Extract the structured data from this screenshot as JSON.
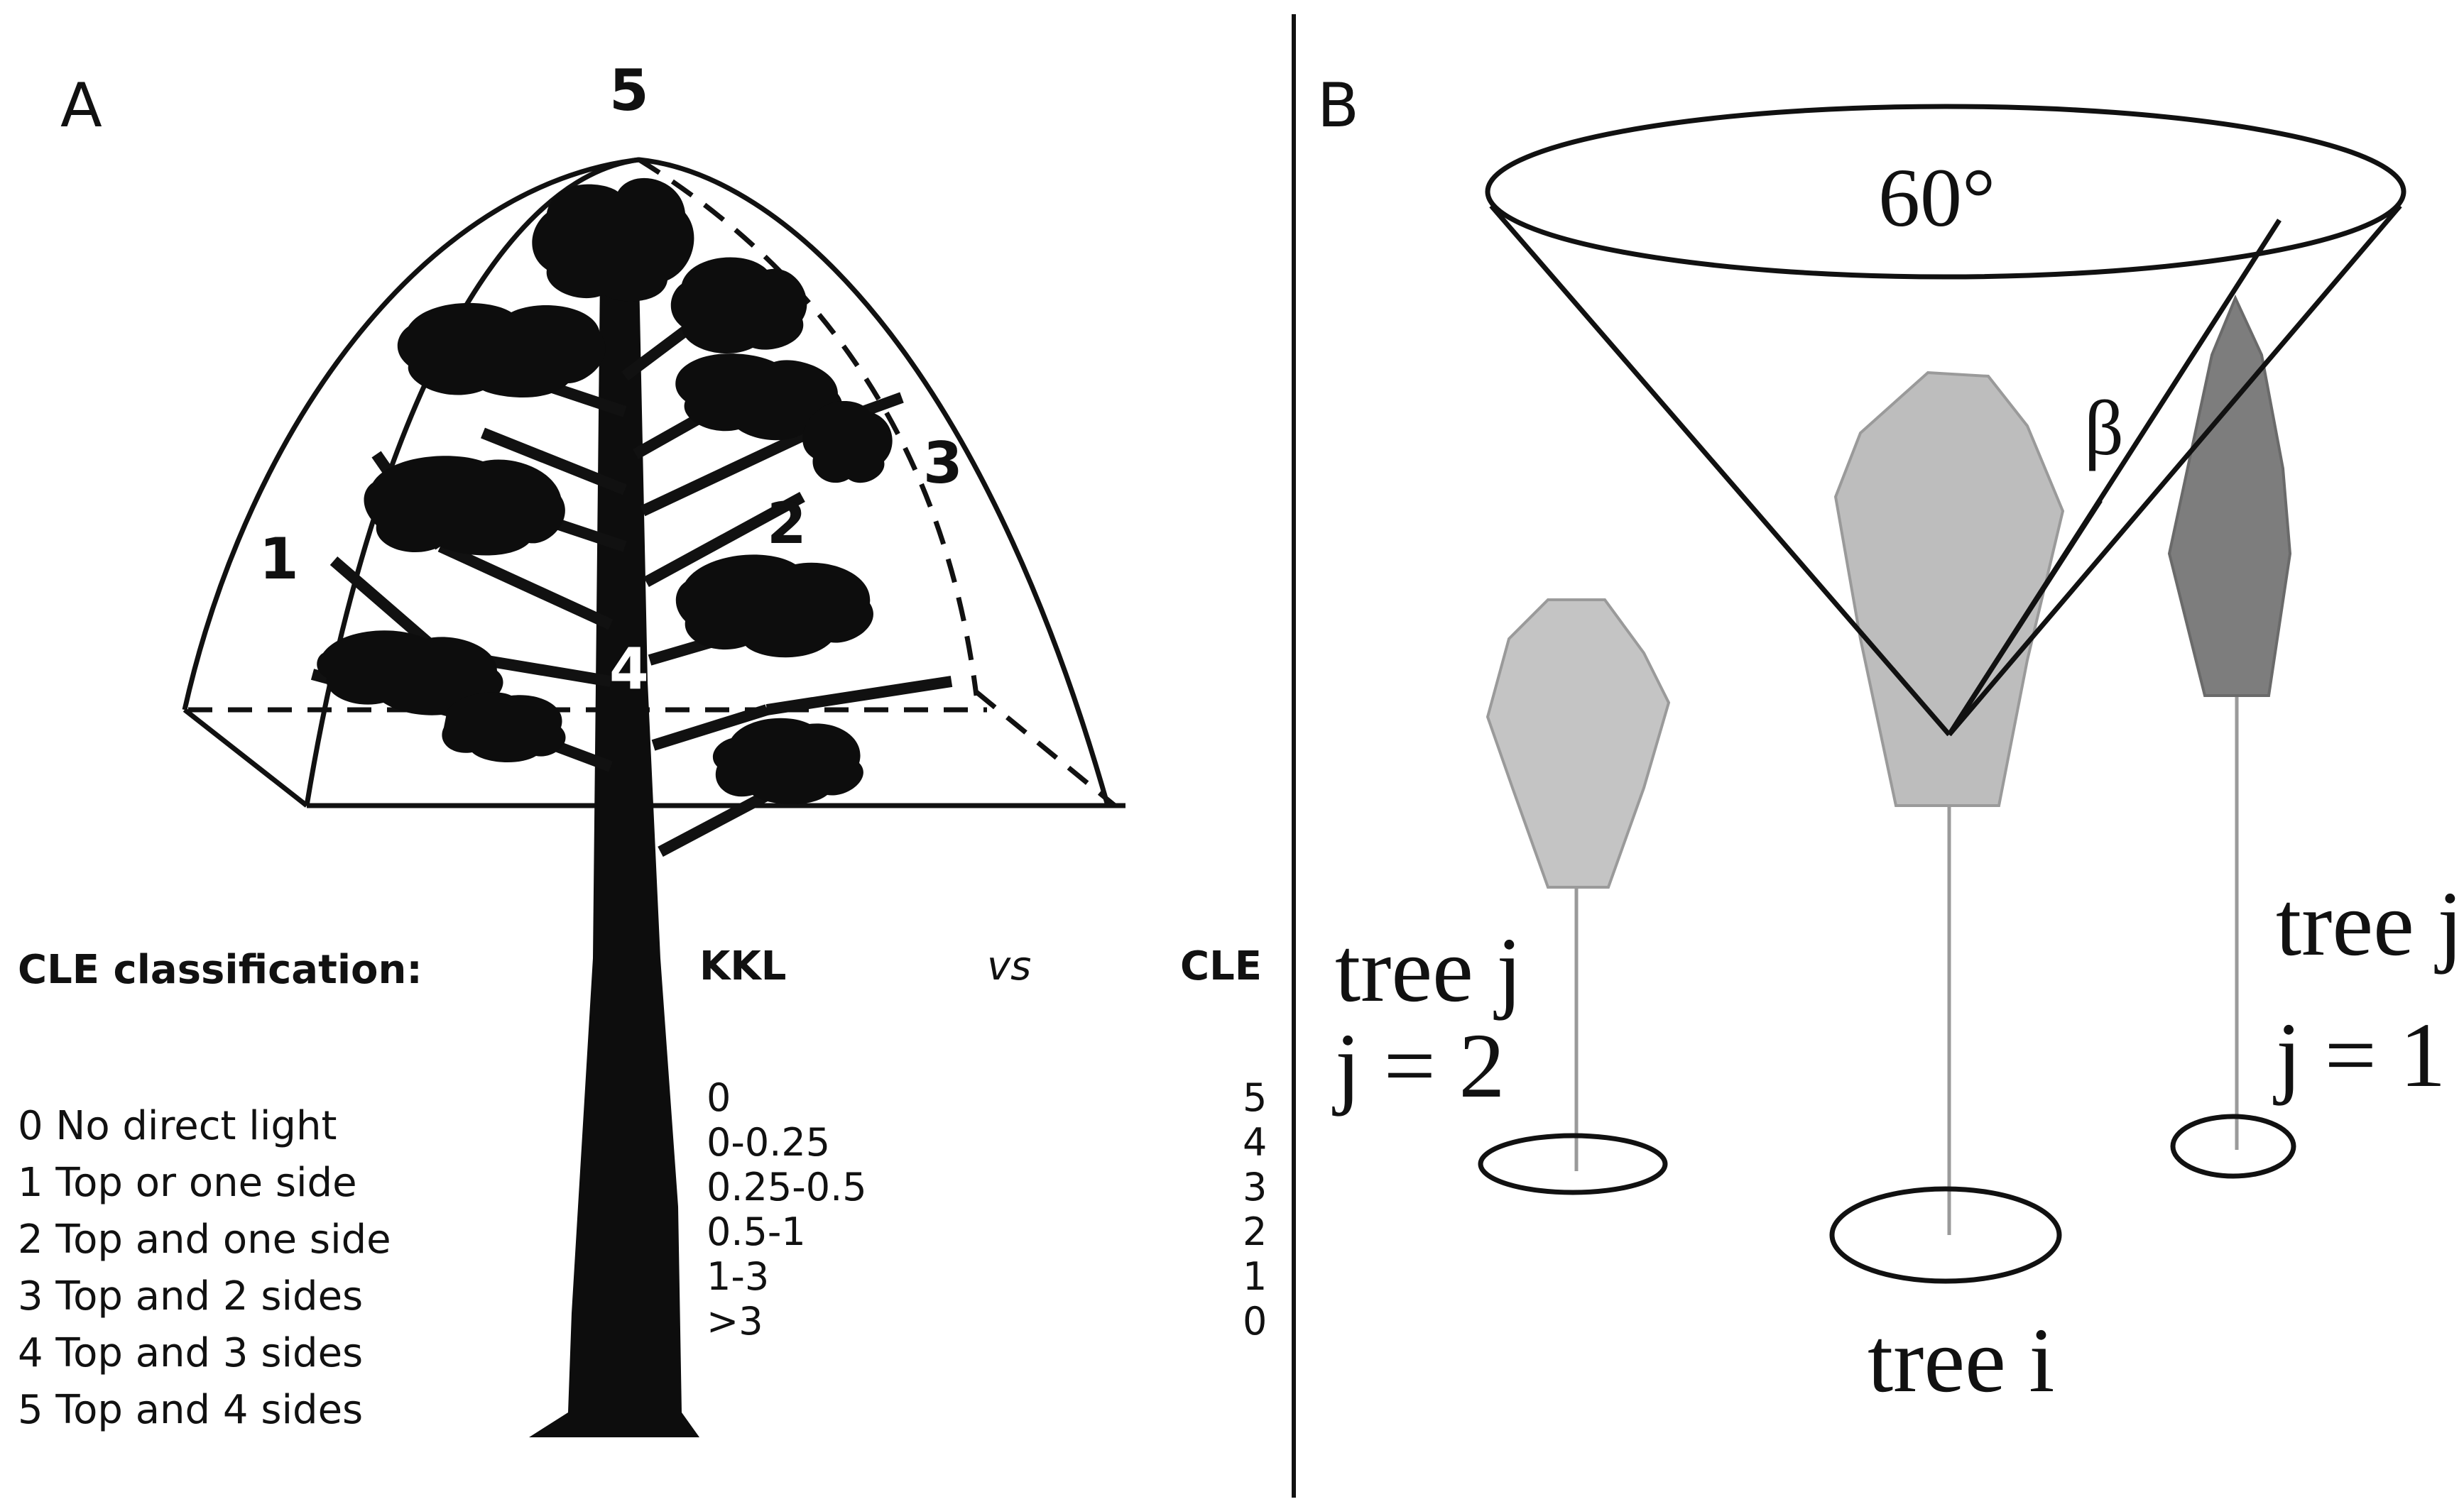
{
  "panelA": {
    "label": "A",
    "zones": {
      "z1": "1",
      "z2": "2",
      "z3": "3",
      "z4": "4",
      "z5": "5"
    },
    "legend_title": "CLE classification:",
    "classes": [
      "0 No direct light",
      "1 Top or one side",
      "2 Top and one side",
      "3 Top and 2 sides",
      "4 Top and 3 sides",
      "5 Top and 4 sides"
    ],
    "table": {
      "kkl_header": "KKL",
      "vs": "vs",
      "cle_header": "CLE",
      "kkl": [
        "0",
        "0-0.25",
        "0.25-0.5",
        "0.5-1",
        "1-3",
        ">3"
      ],
      "cle": [
        "5",
        "4",
        "3",
        "2",
        "1",
        "0"
      ]
    }
  },
  "panelB": {
    "label": "B",
    "angle": "60°",
    "beta": "β",
    "tree_left_line1": "tree j",
    "tree_left_line2": "j = 2",
    "tree_right_line1": "tree j",
    "tree_right_line2": "j = 1",
    "tree_center": "tree i"
  },
  "colors": {
    "ink": "#111111",
    "crown_light": "#c4c4c4",
    "crown_center": "#bdbdbd",
    "crown_dark": "#7d7d7d"
  }
}
